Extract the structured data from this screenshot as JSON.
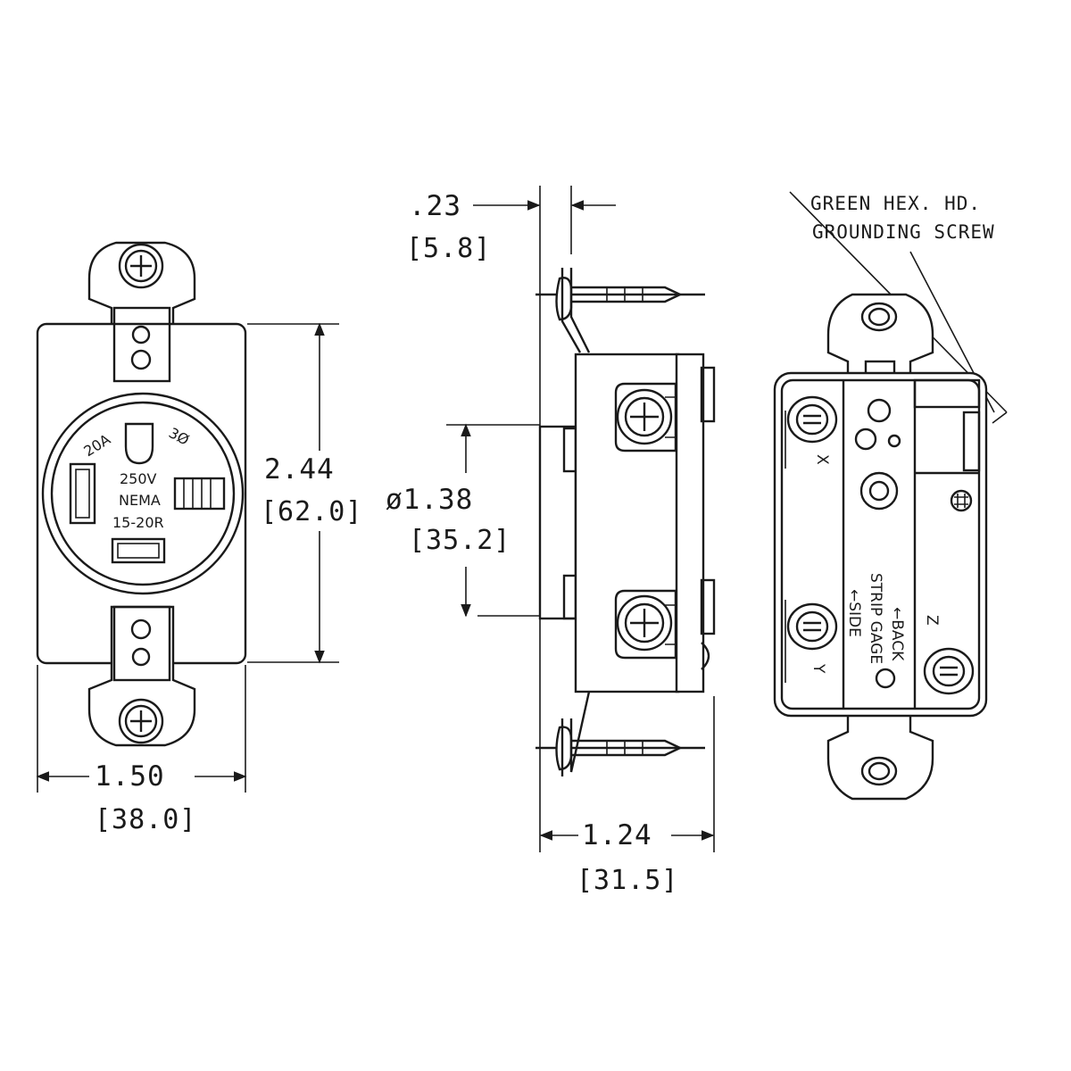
{
  "front_view": {
    "width_in": "1.50",
    "width_mm": "[38.0]",
    "height_in": "2.44",
    "height_mm": "[62.0]",
    "face_rating_amps": "20A",
    "face_phase": "3Ø",
    "face_voltage": "250V",
    "face_standard": "NEMA",
    "face_config": "15-20R"
  },
  "side_view": {
    "depth_offset_in": ".23",
    "depth_offset_mm": "[5.8]",
    "diameter_in": "ø1.38",
    "diameter_mm": "[35.2]",
    "depth_in": "1.24",
    "depth_mm": "[31.5]"
  },
  "back_view": {
    "callout_line1": "GREEN HEX. HD.",
    "callout_line2": "GROUNDING SCREW",
    "terminal_x": "X",
    "terminal_y": "Y",
    "terminal_z": "Z",
    "strip_gage_line1": "STRIP GAGE",
    "back_label": "←BACK",
    "side_label": "←SIDE"
  },
  "colors": {
    "ink": "#1a1a1a",
    "paper": "#ffffff"
  }
}
